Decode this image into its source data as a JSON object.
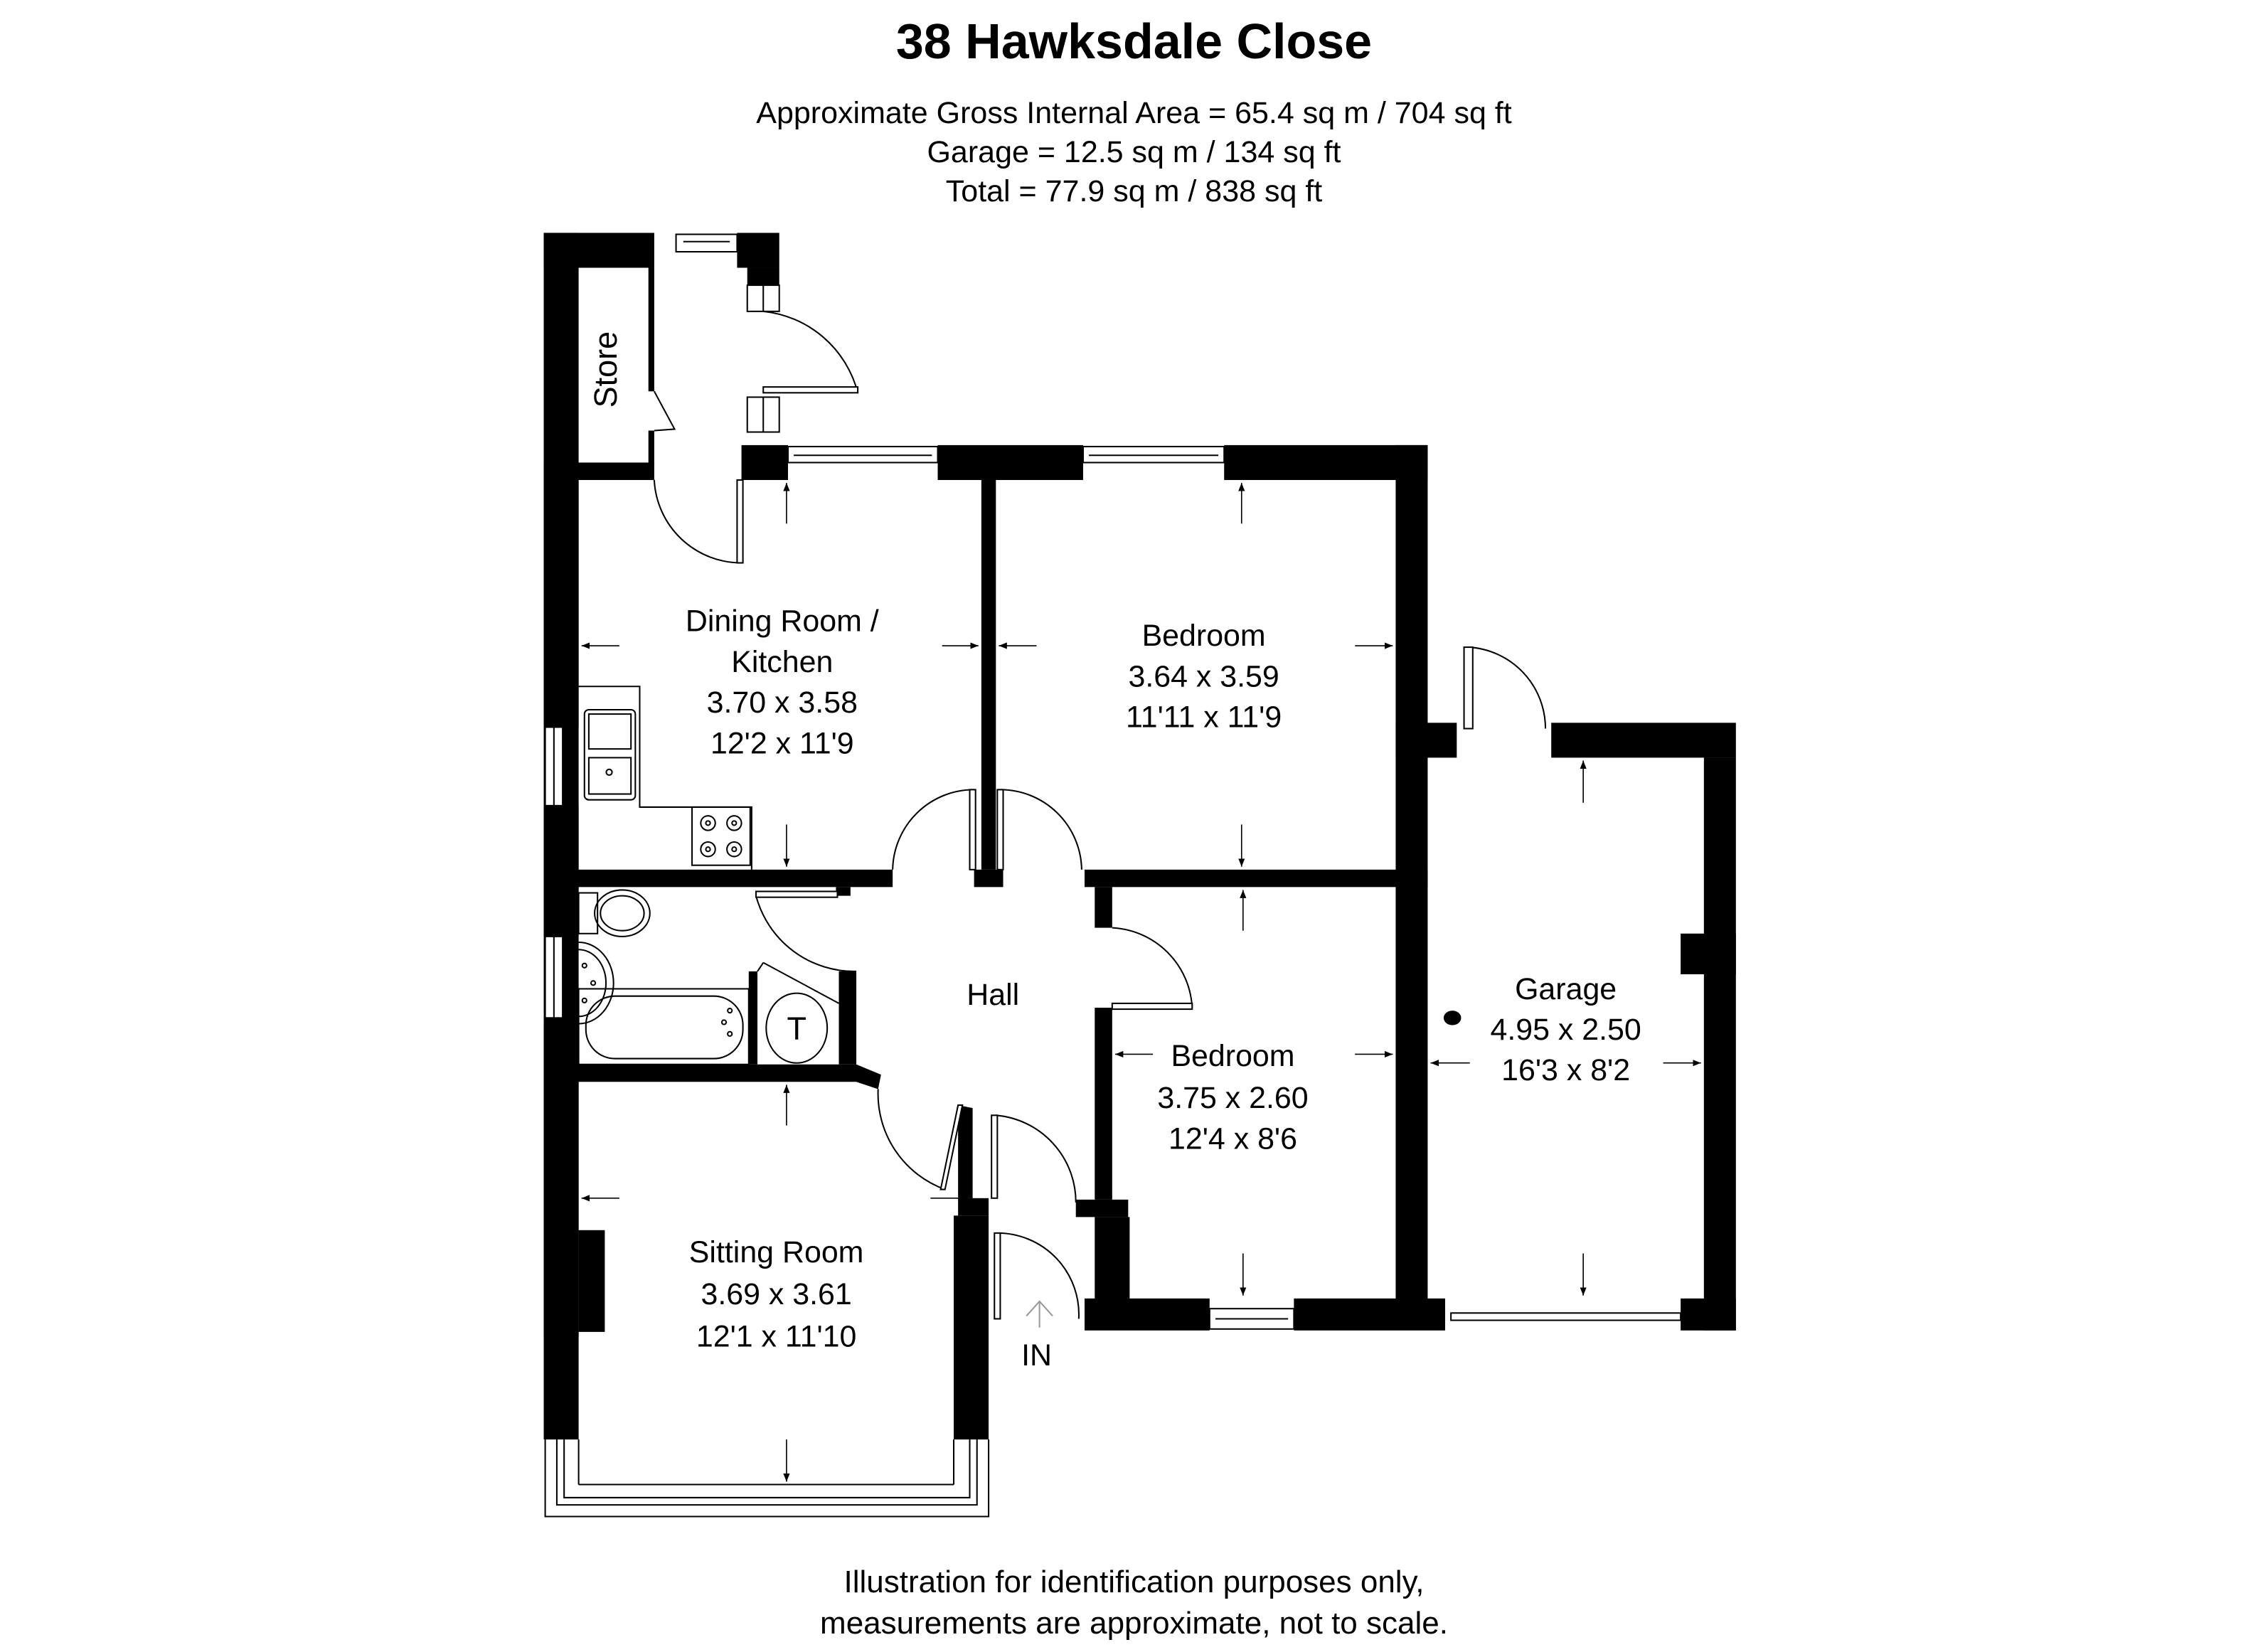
{
  "header": {
    "title": "38 Hawksdale Close",
    "area_lines": [
      "Approximate Gross Internal Area = 65.4 sq m / 704 sq ft",
      "Garage = 12.5 sq m / 134 sq ft",
      "Total = 77.9 sq m / 838 sq ft"
    ]
  },
  "rooms": {
    "store": {
      "name": "Store"
    },
    "dining_kitchen": {
      "name_line1": "Dining Room /",
      "name_line2": "Kitchen",
      "metric": "3.70 x 3.58",
      "imperial": "12'2 x 11'9"
    },
    "bedroom1": {
      "name": "Bedroom",
      "metric": "3.64 x 3.59",
      "imperial": "11'11 x 11'9"
    },
    "hall": {
      "name": "Hall"
    },
    "bedroom2": {
      "name": "Bedroom",
      "metric": "3.75 x 2.60",
      "imperial": "12'4 x 8'6"
    },
    "garage": {
      "name": "Garage",
      "metric": "4.95 x 2.50",
      "imperial": "16'3 x 8'2"
    },
    "sitting_room": {
      "name": "Sitting Room",
      "metric": "3.69 x 3.61",
      "imperial": "12'1 x 11'10"
    },
    "cupboard": {
      "symbol": "T"
    }
  },
  "entrance": {
    "label": "IN"
  },
  "footer": {
    "line1": "Illustration for identification purposes only,",
    "line2": "measurements are approximate, not to scale."
  },
  "colors": {
    "wall": "#000000",
    "background": "#ffffff",
    "fixture": "#000000"
  }
}
